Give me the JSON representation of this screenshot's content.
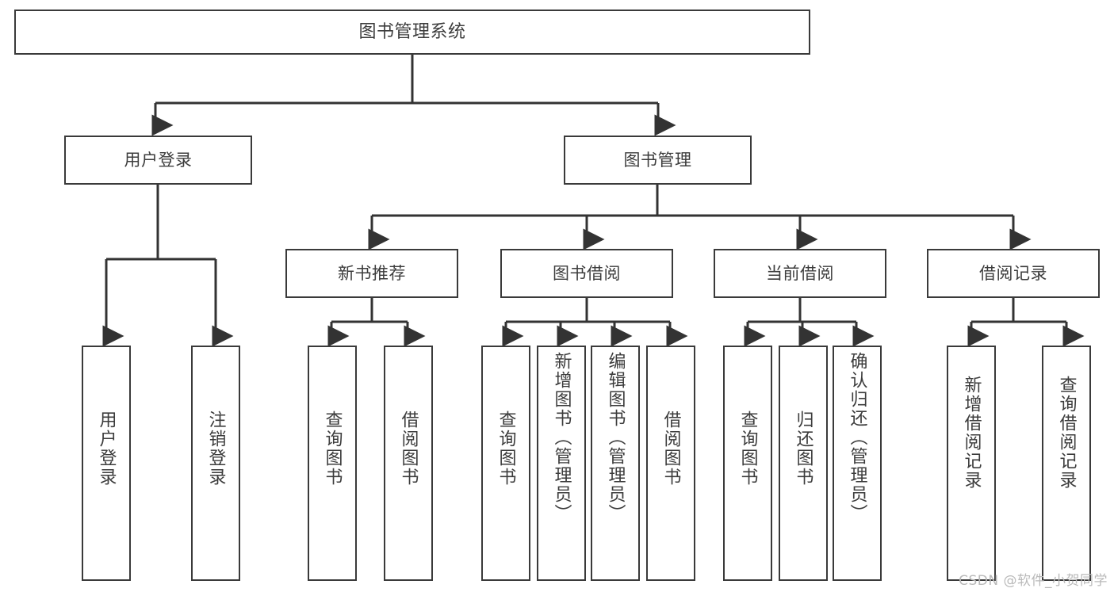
{
  "diagram": {
    "type": "tree-hierarchy",
    "title": "图书管理系统",
    "watermark": "CSDN @软件_小贺同学",
    "colors": {
      "box_border": "#3a3a3a",
      "box_fill": "#ffffff",
      "connector": "#333333",
      "text": "#3c3c3c",
      "watermark": "#b9b9b9"
    },
    "levels": {
      "root": {
        "label": "图书管理系统"
      },
      "level2": [
        {
          "label": "用户登录"
        },
        {
          "label": "图书管理"
        }
      ],
      "level3": [
        {
          "label": "新书推荐"
        },
        {
          "label": "图书借阅"
        },
        {
          "label": "当前借阅"
        },
        {
          "label": "借阅记录"
        }
      ],
      "leaves": {
        "user_login": [
          {
            "label": "用户登录"
          },
          {
            "label": "注销登录"
          }
        ],
        "new_book_recommend": [
          {
            "label": "查询图书"
          },
          {
            "label": "借阅图书"
          }
        ],
        "book_borrow": [
          {
            "label": "查询图书"
          },
          {
            "label": "新增图书（管理员）"
          },
          {
            "label": "编辑图书（管理员）"
          },
          {
            "label": "借阅图书"
          }
        ],
        "current_borrow": [
          {
            "label": "查询图书"
          },
          {
            "label": "归还图书"
          },
          {
            "label": "确认归还（管理员）"
          }
        ],
        "borrow_record": [
          {
            "label": "新增借阅记录"
          },
          {
            "label": "查询借阅记录"
          }
        ]
      }
    }
  }
}
